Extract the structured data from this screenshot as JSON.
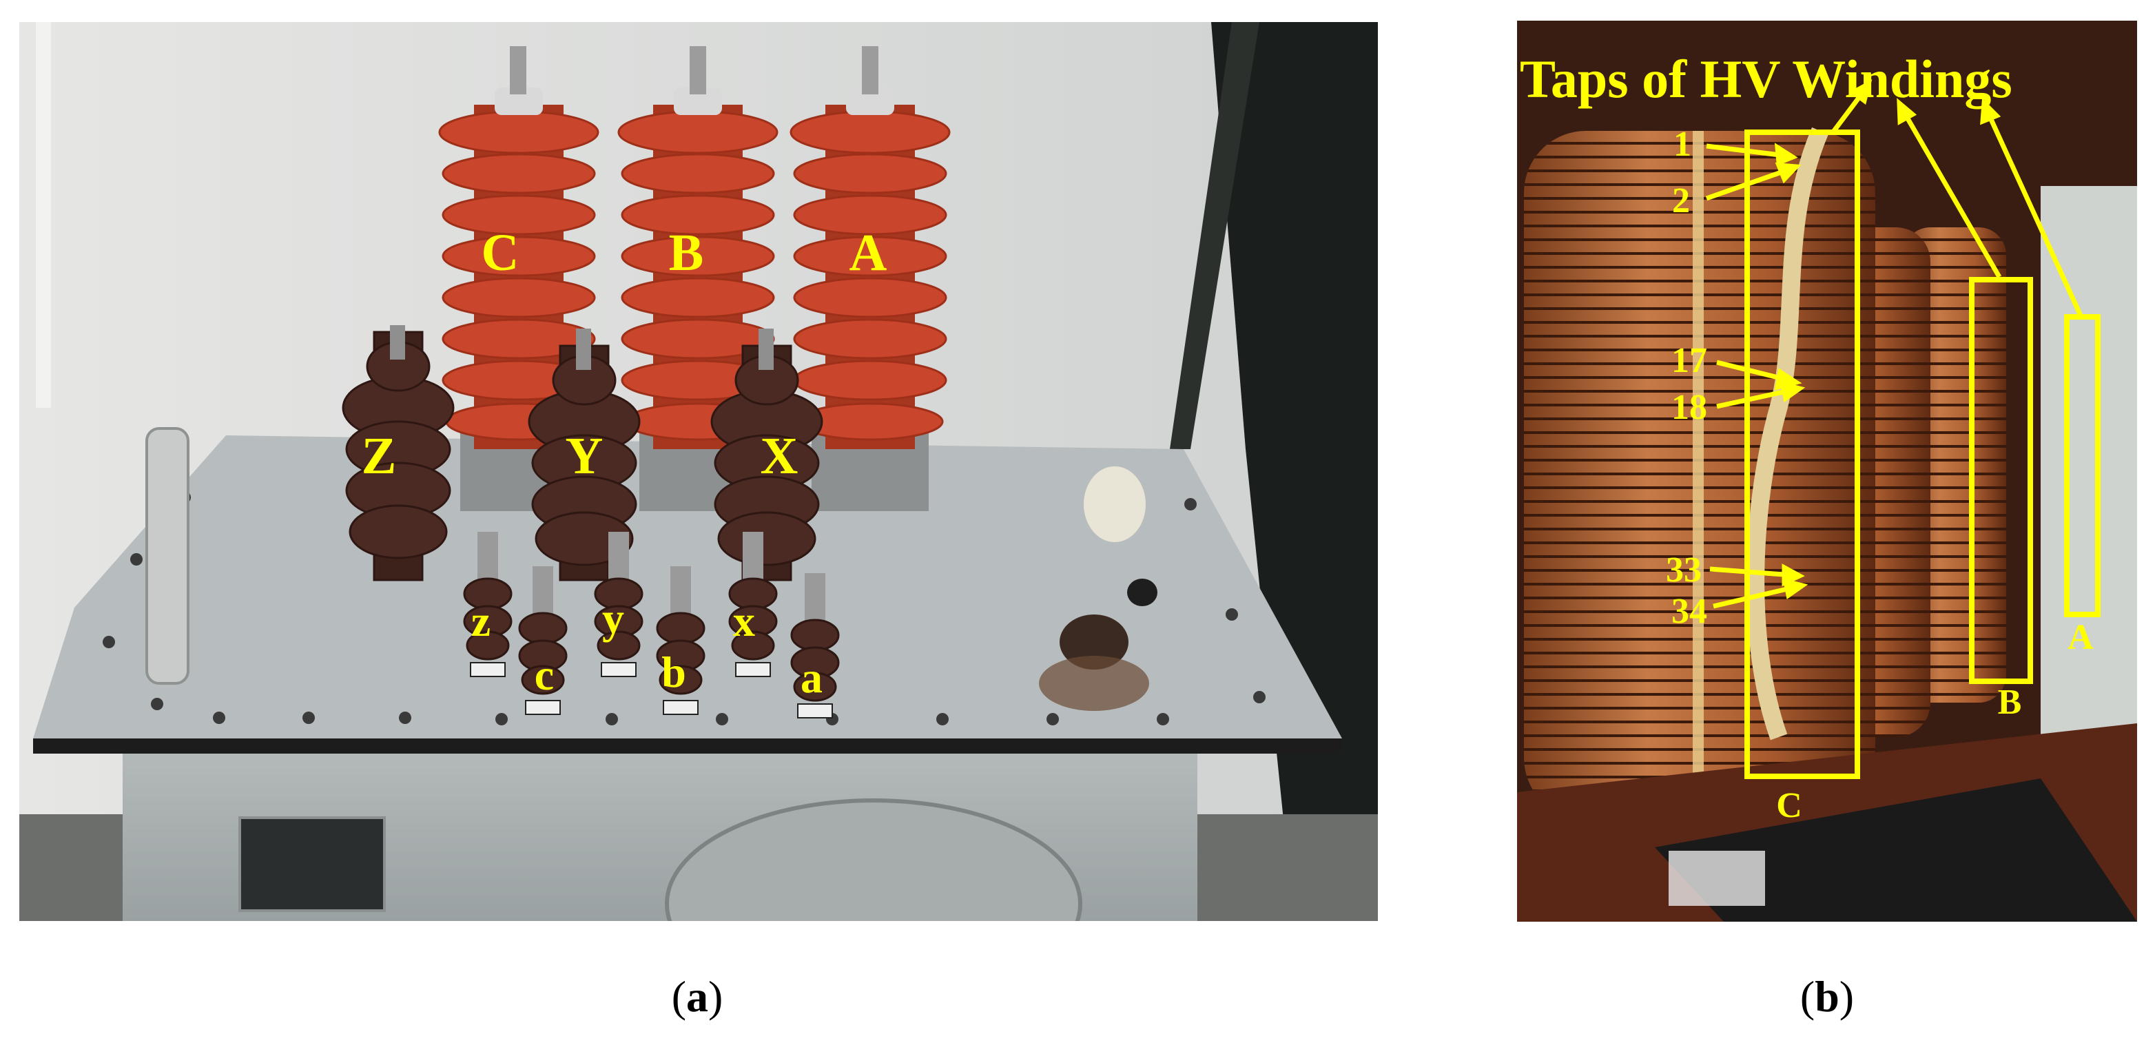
{
  "panel_a": {
    "arrester_labels": [
      "C",
      "B",
      "A"
    ],
    "hv_bushing_labels": [
      "Z",
      "Y",
      "X"
    ],
    "lv_bushing_labels": [
      "z",
      "c",
      "y",
      "b",
      "x",
      "a"
    ],
    "caption": "a"
  },
  "panel_b": {
    "title": "Taps of HV Windings",
    "tap_numbers": [
      "1",
      "2",
      "17",
      "18",
      "33",
      "34"
    ],
    "winding_labels": [
      "C",
      "B",
      "A"
    ],
    "caption": "b"
  },
  "colors": {
    "label": "#ffff00",
    "arrester": "#c9452b",
    "bushing": "#4a2a22",
    "copper": "#b3653a"
  }
}
